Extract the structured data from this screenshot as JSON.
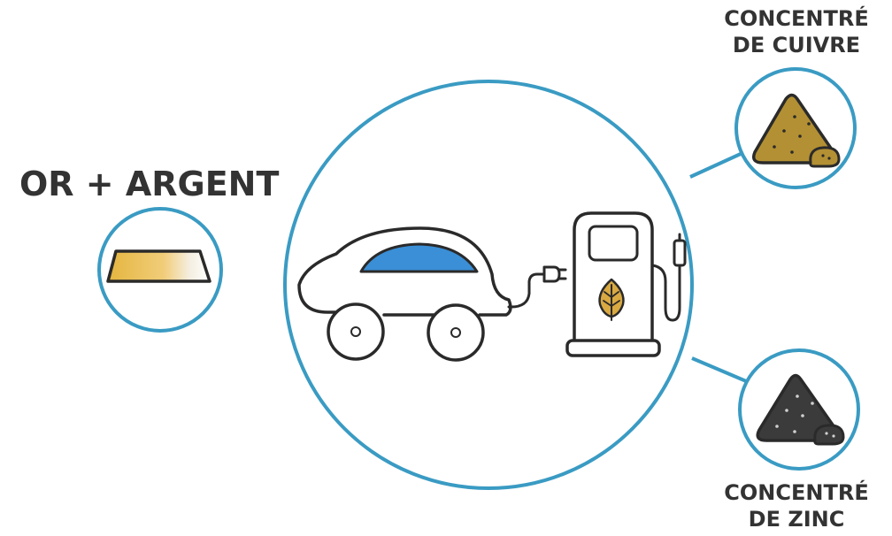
{
  "labels": {
    "gold_silver": "OR + ARGENT",
    "copper_line1": "CONCENTRÉ",
    "copper_line2": "DE CUIVRE",
    "zinc_line1": "CONCENTRÉ",
    "zinc_line2": "DE ZINC"
  },
  "icons": {
    "center": [
      "car-icon",
      "charging-station-icon",
      "leaf-icon",
      "plug-icon"
    ],
    "gold_silver": "gold-bar-icon",
    "copper": "copper-concentrate-pile-icon",
    "zinc": "zinc-concentrate-pile-icon"
  },
  "colors": {
    "circle_stroke": "#3a9bc3",
    "line_art": "#2a2a2a",
    "car_window": "#3a8fd6",
    "gold": "#e4b53e",
    "leaf": "#d9a942",
    "copper_fill": "#b39033",
    "zinc_fill": "#3b3b3b",
    "label_text": "#333333"
  }
}
